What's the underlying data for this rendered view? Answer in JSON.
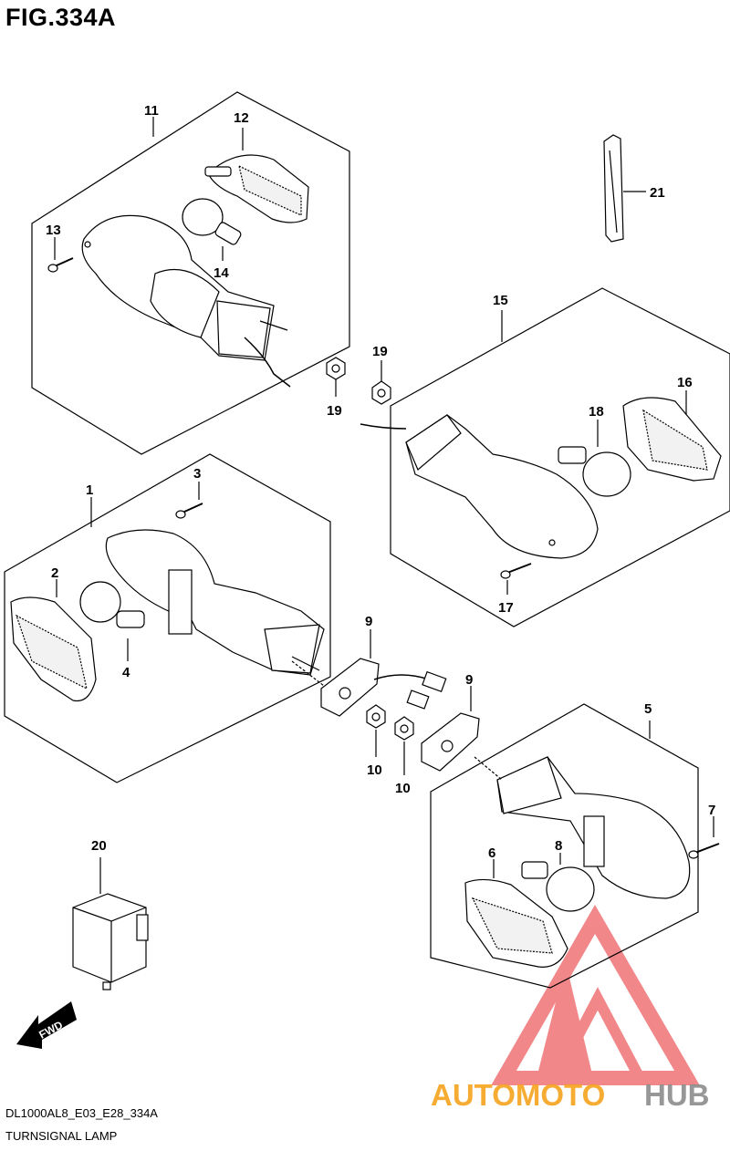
{
  "figure": {
    "title": "FIG.334A",
    "model_code": "DL1000AL8_E03_E28_334A",
    "caption": "TURNSIGNAL LAMP"
  },
  "callouts": [
    "1",
    "2",
    "3",
    "4",
    "5",
    "6",
    "7",
    "8",
    "9",
    "9",
    "10",
    "10",
    "11",
    "12",
    "13",
    "14",
    "15",
    "16",
    "17",
    "18",
    "19",
    "19",
    "20",
    "21"
  ],
  "direction_marker": {
    "text": "FWD"
  },
  "watermark": {
    "part1": "AUTOMOTO",
    "part2": "HUB",
    "color1": "#f6a21c",
    "color2": "#8c8c8c",
    "logo_color": "#e8262a"
  }
}
